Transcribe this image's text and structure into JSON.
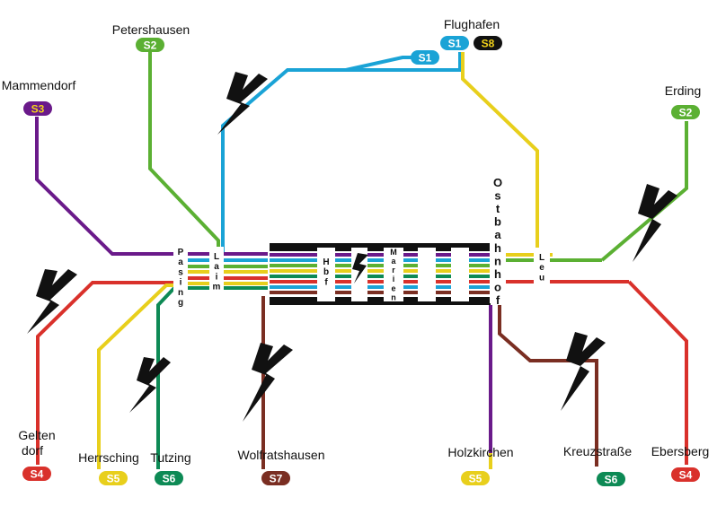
{
  "lines": {
    "S1": {
      "label": "S1",
      "color": "#1aa3d6",
      "text": "#ffffff"
    },
    "S2": {
      "label": "S2",
      "color": "#5bb033",
      "text": "#ffffff"
    },
    "S3": {
      "label": "S3",
      "color": "#6a1a8a",
      "text": "#f2d21a"
    },
    "S4": {
      "label": "S4",
      "color": "#d9312b",
      "text": "#ffffff"
    },
    "S5": {
      "label": "S5",
      "color": "#e8cf1c",
      "text": "#ffffff"
    },
    "S6": {
      "label": "S6",
      "color": "#0d8a55",
      "text": "#ffffff"
    },
    "S7": {
      "label": "S7",
      "color": "#7a2e22",
      "text": "#ffffff"
    },
    "S8": {
      "label": "S8",
      "color": "#111111",
      "text": "#f2d21a"
    }
  },
  "terminals": {
    "petershausen": "Petershausen",
    "flughafen": "Flughafen",
    "mammendorf": "Mammendorf",
    "erding": "Erding",
    "geltendorf_1": "Gelten",
    "geltendorf_2": "dorf",
    "herrsching": "Herrsching",
    "tutzing": "Tutzing",
    "wolfratshausen": "Wolfratshausen",
    "holzkirchen": "Holzkirchen",
    "kreuzstrasse": "Kreuzstraße",
    "ebersberg": "Ebersberg"
  },
  "stations": {
    "pasing": "Pasing",
    "laim": "Laim",
    "hbf": "Hbf",
    "marien": "Marien",
    "ostbahnhof": "Ostbahnhof",
    "leu": "Leu"
  }
}
